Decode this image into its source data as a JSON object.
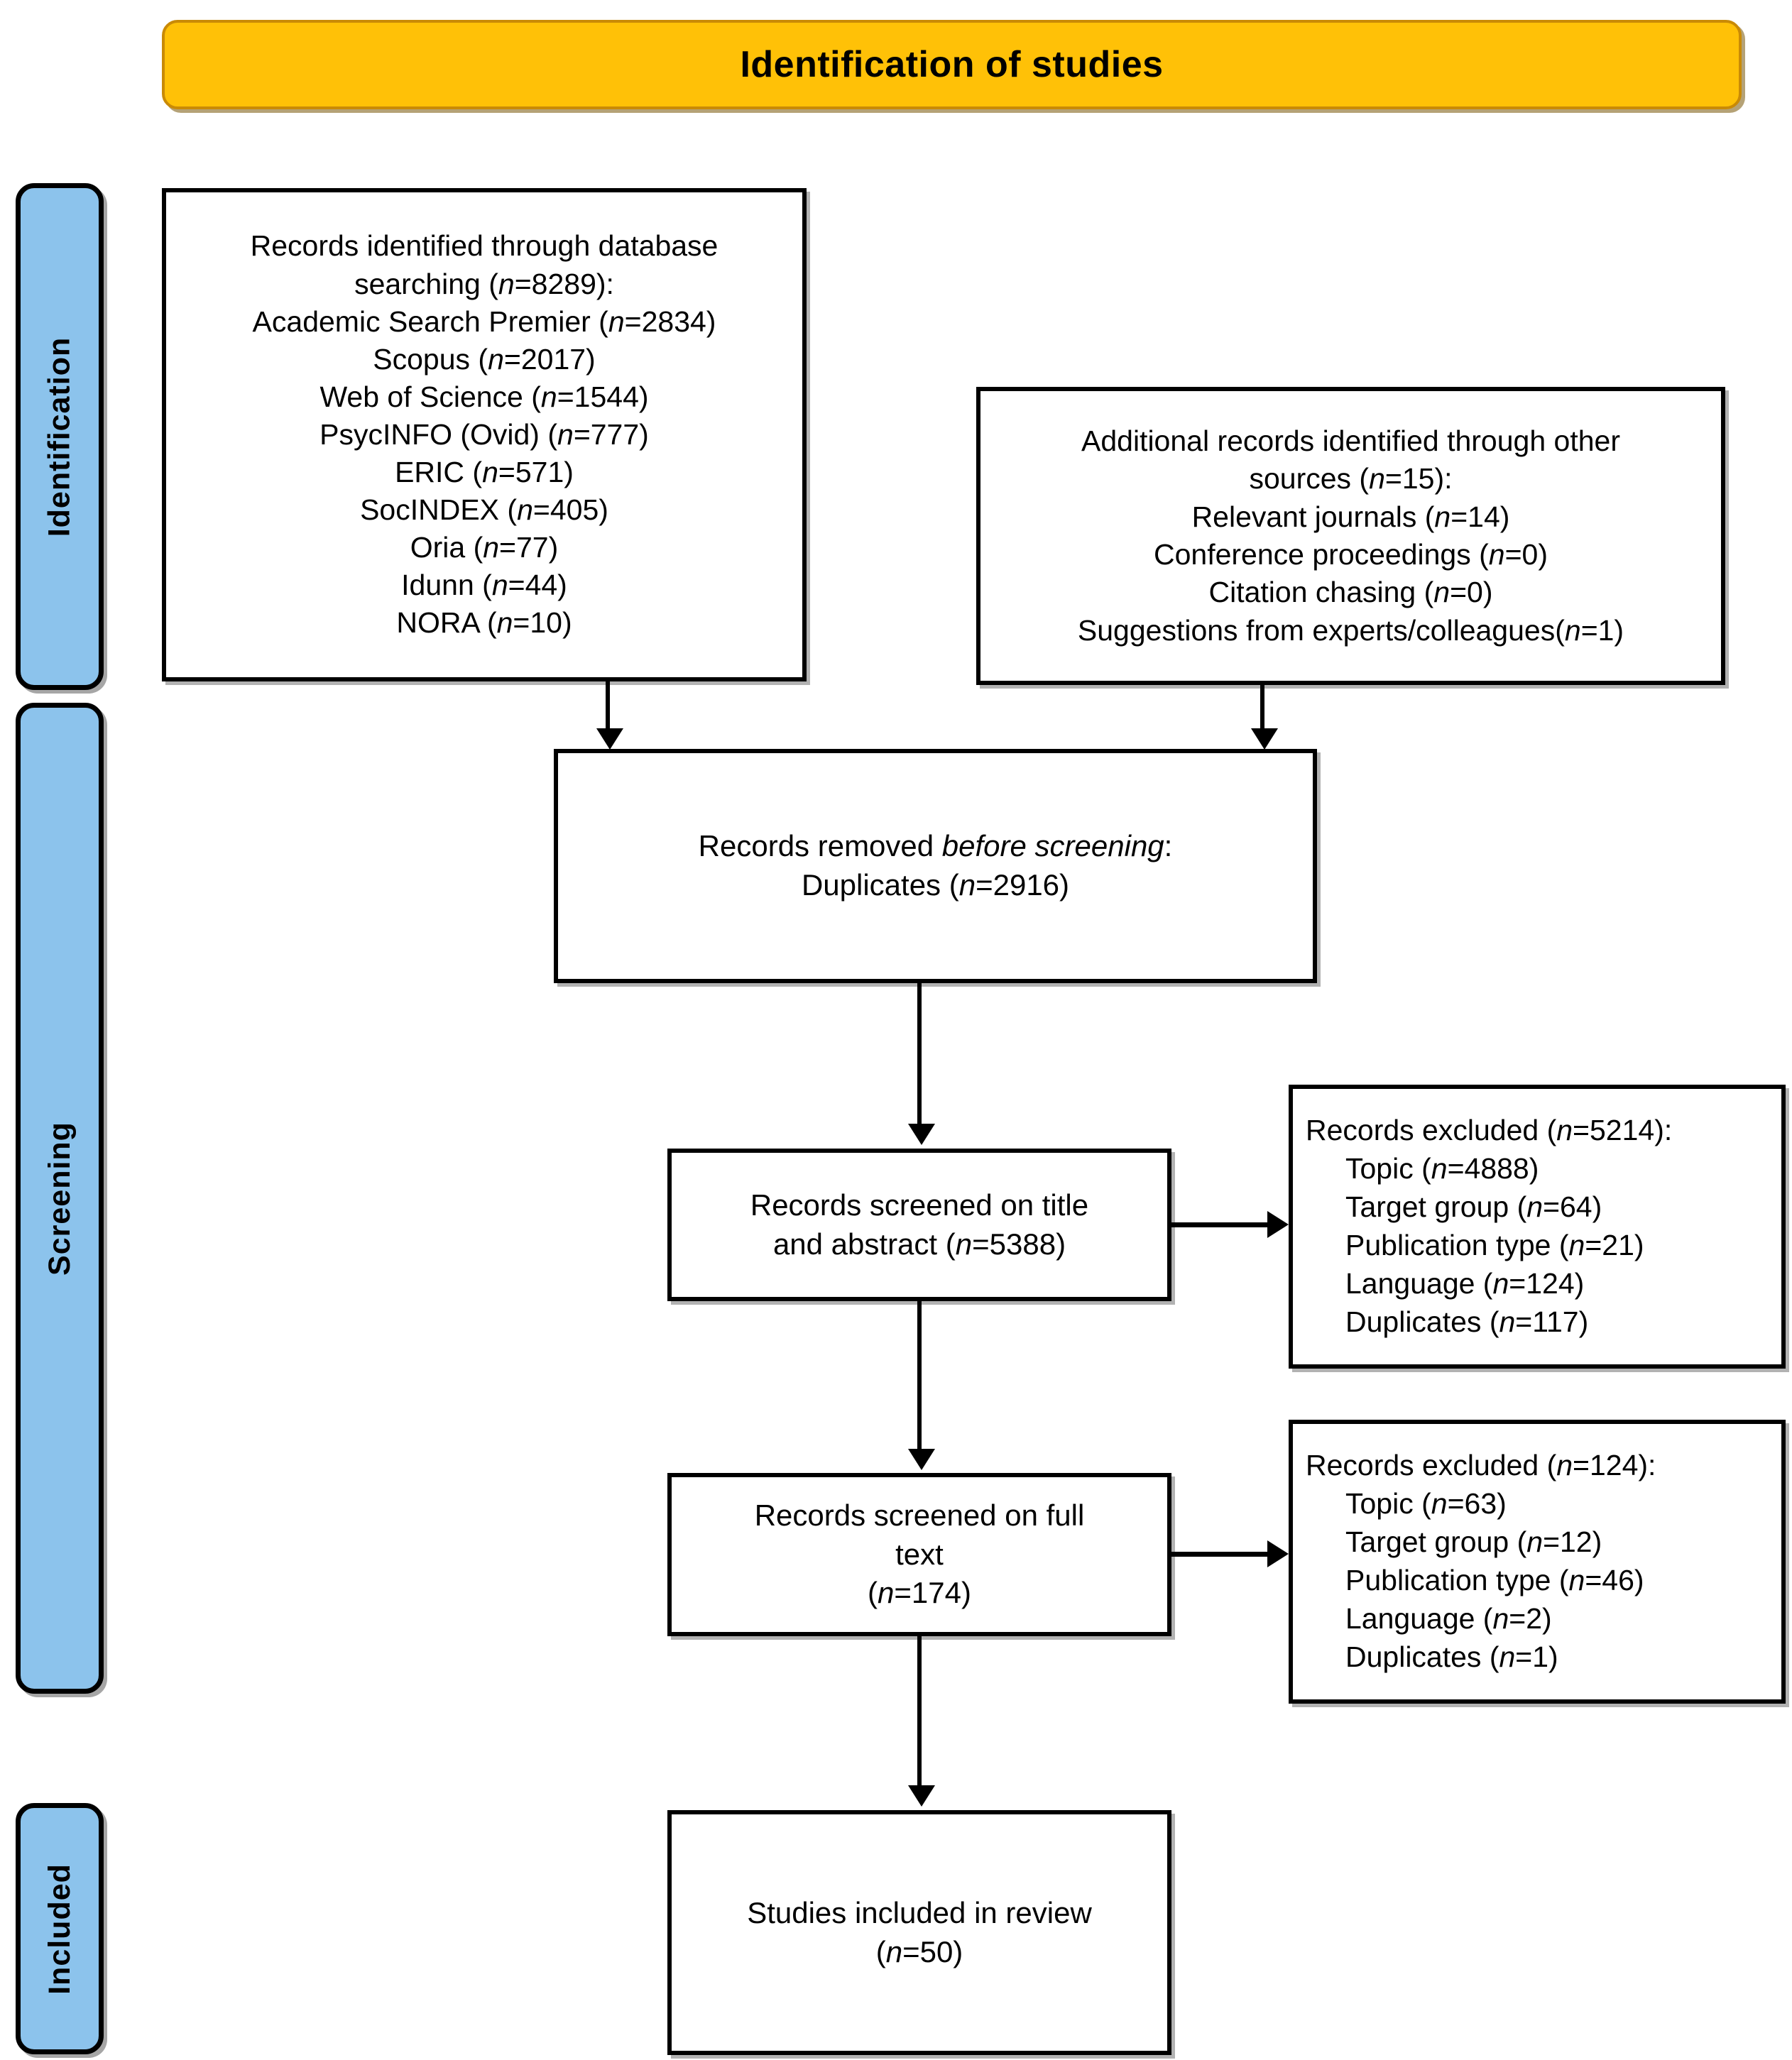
{
  "banner": {
    "title": "Identification of studies",
    "background_color": "#FFC107",
    "border_color": "#C98A06",
    "text_color": "#000000"
  },
  "rails": {
    "background_color": "#8CC3EC",
    "border_color": "#000000",
    "items": [
      {
        "label": "Identification"
      },
      {
        "label": "Screening"
      },
      {
        "label": "Included"
      }
    ]
  },
  "boxes": {
    "database_records": {
      "lines": [
        "Records identified through database",
        "searching (n=8289):",
        "Academic Search Premier (n=2834)",
        "Scopus (n=2017)",
        "Web of Science (n=1544)",
        "PsycINFO (Ovid) (n=777)",
        "ERIC (n=571)",
        "SocINDEX (n=405)",
        "Oria (n=77)",
        "Idunn (n=44)",
        "NORA (n=10)"
      ]
    },
    "other_sources": {
      "lines": [
        "Additional records identified through other",
        "sources (n=15):",
        "Relevant journals (n=14)",
        "Conference proceedings (n=0)",
        "Citation chasing (n=0)",
        "Suggestions from experts/colleagues(n=1)"
      ]
    },
    "records_removed": {
      "lines": [
        "Records removed before screening:",
        "Duplicates (n=2916)"
      ]
    },
    "screened_title_abstract": {
      "lines": [
        "Records screened on title",
        "and abstract (n=5388)"
      ]
    },
    "excluded_title_abstract": {
      "lines": [
        "Records excluded (n=5214):",
        "Topic (n=4888)",
        "Target group (n=64)",
        "Publication type (n=21)",
        "Language (n=124)",
        "Duplicates (n=117)"
      ]
    },
    "screened_full_text": {
      "lines": [
        "Records screened on full",
        "text",
        "(n=174)"
      ]
    },
    "excluded_full_text": {
      "lines": [
        "Records excluded (n=124):",
        "Topic (n=63)",
        "Target group (n=12)",
        "Publication type (n=46)",
        "Language (n=2)",
        "Duplicates (n=1)"
      ]
    },
    "studies_included": {
      "lines": [
        "Studies included in review",
        "(n=50)"
      ]
    }
  },
  "chart_data": {
    "type": "diagram",
    "title": "Identification of studies",
    "diagram_kind": "PRISMA flow diagram",
    "stages": [
      "Identification",
      "Screening",
      "Included"
    ],
    "nodes": [
      {
        "id": "database_records",
        "stage": "Identification",
        "label": "Records identified through database searching",
        "n": 8289,
        "breakdown": [
          {
            "source": "Academic Search Premier",
            "n": 2834
          },
          {
            "source": "Scopus",
            "n": 2017
          },
          {
            "source": "Web of Science",
            "n": 1544
          },
          {
            "source": "PsycINFO (Ovid)",
            "n": 777
          },
          {
            "source": "ERIC",
            "n": 571
          },
          {
            "source": "SocINDEX",
            "n": 405
          },
          {
            "source": "Oria",
            "n": 77
          },
          {
            "source": "Idunn",
            "n": 44
          },
          {
            "source": "NORA",
            "n": 10
          }
        ]
      },
      {
        "id": "other_sources",
        "stage": "Identification",
        "label": "Additional records identified through other sources",
        "n": 15,
        "breakdown": [
          {
            "source": "Relevant journals",
            "n": 14
          },
          {
            "source": "Conference proceedings",
            "n": 0
          },
          {
            "source": "Citation chasing",
            "n": 0
          },
          {
            "source": "Suggestions from experts/colleagues",
            "n": 1
          }
        ]
      },
      {
        "id": "records_removed",
        "stage": "Screening",
        "label": "Records removed before screening",
        "breakdown": [
          {
            "reason": "Duplicates",
            "n": 2916
          }
        ]
      },
      {
        "id": "screened_title_abstract",
        "stage": "Screening",
        "label": "Records screened on title and abstract",
        "n": 5388
      },
      {
        "id": "excluded_title_abstract",
        "stage": "Screening",
        "label": "Records excluded",
        "n": 5214,
        "breakdown": [
          {
            "reason": "Topic",
            "n": 4888
          },
          {
            "reason": "Target group",
            "n": 64
          },
          {
            "reason": "Publication type",
            "n": 21
          },
          {
            "reason": "Language",
            "n": 124
          },
          {
            "reason": "Duplicates",
            "n": 117
          }
        ]
      },
      {
        "id": "screened_full_text",
        "stage": "Screening",
        "label": "Records screened on full text",
        "n": 174
      },
      {
        "id": "excluded_full_text",
        "stage": "Screening",
        "label": "Records excluded",
        "n": 124,
        "breakdown": [
          {
            "reason": "Topic",
            "n": 63
          },
          {
            "reason": "Target group",
            "n": 12
          },
          {
            "reason": "Publication type",
            "n": 46
          },
          {
            "reason": "Language",
            "n": 2
          },
          {
            "reason": "Duplicates",
            "n": 1
          }
        ]
      },
      {
        "id": "studies_included",
        "stage": "Included",
        "label": "Studies included in review",
        "n": 50
      }
    ],
    "edges": [
      {
        "from": "database_records",
        "to": "records_removed"
      },
      {
        "from": "other_sources",
        "to": "records_removed"
      },
      {
        "from": "records_removed",
        "to": "screened_title_abstract"
      },
      {
        "from": "screened_title_abstract",
        "to": "excluded_title_abstract"
      },
      {
        "from": "screened_title_abstract",
        "to": "screened_full_text"
      },
      {
        "from": "screened_full_text",
        "to": "excluded_full_text"
      },
      {
        "from": "screened_full_text",
        "to": "studies_included"
      }
    ]
  }
}
